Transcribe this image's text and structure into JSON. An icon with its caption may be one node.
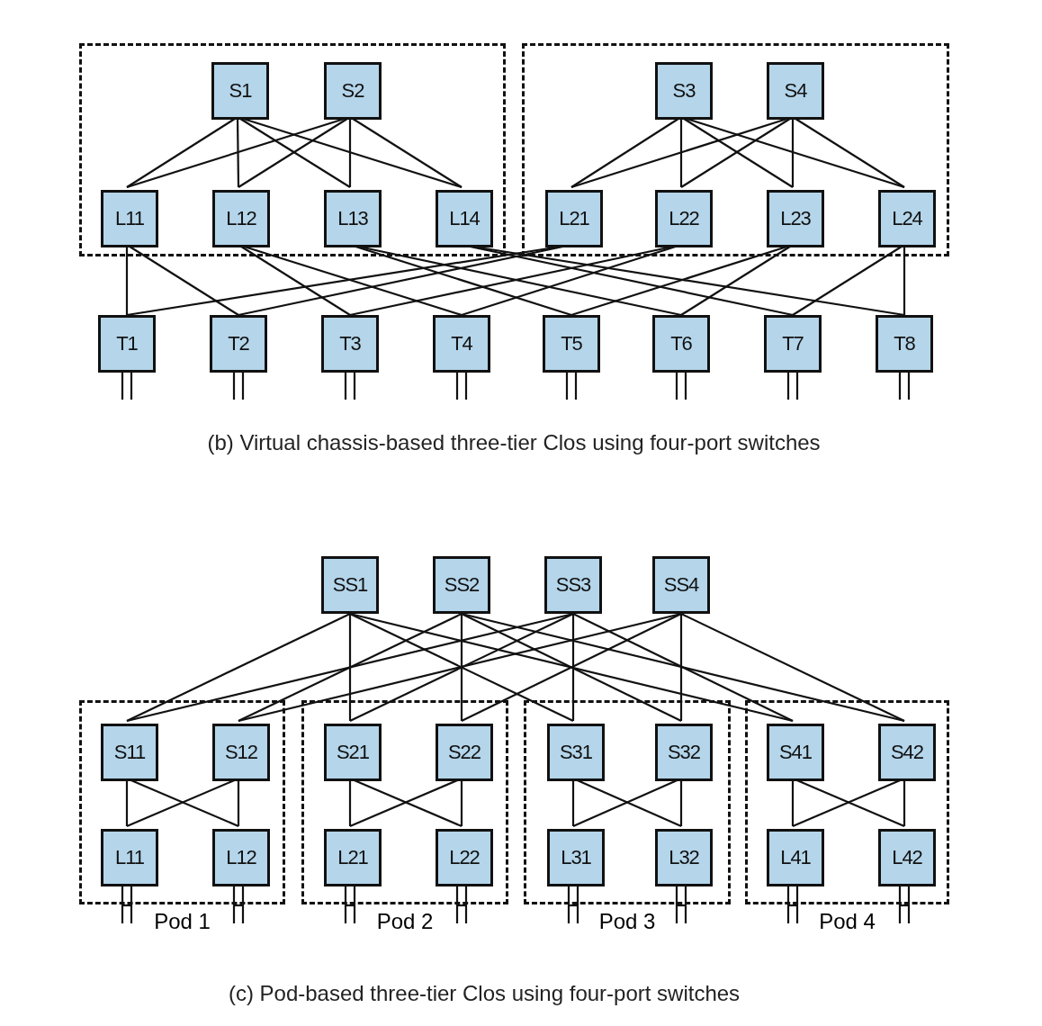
{
  "diagram": {
    "nodes": [
      {
        "text": [],
        "shape": "box"
      },
      {
        "text": [
          "S1"
        ],
        "in": 0
      },
      {
        "text": [
          "S2"
        ],
        "in": 0
      },
      {
        "text": [
          "L11"
        ],
        "in": 0
      },
      {
        "text": [
          "L12"
        ],
        "in": 0
      },
      {
        "text": [
          "L13"
        ],
        "in": 0
      },
      {
        "text": [
          "L14"
        ],
        "in": 0
      },
      {
        "text": [],
        "shape": "box"
      },
      {
        "text": [
          "S3"
        ],
        "in": 7
      },
      {
        "text": [
          "S4"
        ],
        "in": 7
      },
      {
        "text": [
          "L21"
        ],
        "in": 7
      },
      {
        "text": [
          "L22"
        ],
        "in": 7
      },
      {
        "text": [
          "L23"
        ],
        "in": 7
      },
      {
        "text": [
          "L24"
        ],
        "in": 7
      },
      {
        "text": [
          "T1"
        ]
      },
      {
        "text": [
          "T2"
        ]
      },
      {
        "text": [
          "T3"
        ]
      },
      {
        "text": [
          "T4"
        ]
      },
      {
        "text": [
          "T5"
        ]
      },
      {
        "text": [
          "T6"
        ]
      },
      {
        "text": [
          "T7"
        ]
      },
      {
        "text": [
          "T8"
        ]
      },
      {
        "text": [
          "SS1"
        ]
      },
      {
        "text": [
          "SS2"
        ]
      },
      {
        "text": [
          "SS3"
        ]
      },
      {
        "text": [
          "SS4"
        ]
      },
      {
        "text": [
          "Pod 1"
        ]
      },
      {
        "text": [
          "S11"
        ],
        "in": 26
      },
      {
        "text": [
          "S12"
        ],
        "in": 26
      },
      {
        "text": [
          "L11"
        ],
        "in": 26
      },
      {
        "text": [
          "L12"
        ],
        "in": 26
      },
      {
        "text": [
          "Pod 2"
        ]
      },
      {
        "text": [
          "S21"
        ],
        "in": 31
      },
      {
        "text": [
          "S22"
        ],
        "in": 31
      },
      {
        "text": [
          "L21"
        ],
        "in": 31
      },
      {
        "text": [
          "L22"
        ],
        "in": 31
      },
      {
        "text": [
          "Pod 3"
        ]
      },
      {
        "text": [
          "S31"
        ],
        "in": 36
      },
      {
        "text": [
          "S32"
        ],
        "in": 36
      },
      {
        "text": [
          "L31"
        ],
        "in": 36
      },
      {
        "text": [
          "L32"
        ],
        "in": 36
      },
      {
        "text": [
          "Pod 4"
        ]
      },
      {
        "text": [
          "S41"
        ],
        "in": 41
      },
      {
        "text": [
          "S42"
        ],
        "in": 41
      },
      {
        "text": [
          "L41"
        ],
        "in": 41
      },
      {
        "text": [
          "L42"
        ],
        "in": 41
      }
    ],
    "edges": [
      {
        "from": 1,
        "to": 3,
        "arrow": "none"
      },
      {
        "from": 1,
        "to": 4,
        "arrow": "none"
      },
      {
        "from": 1,
        "to": 5,
        "arrow": "none"
      },
      {
        "from": 1,
        "to": 6,
        "arrow": "none"
      },
      {
        "from": 2,
        "to": 3,
        "arrow": "none"
      },
      {
        "from": 2,
        "to": 4,
        "arrow": "none"
      },
      {
        "from": 2,
        "to": 5,
        "arrow": "none"
      },
      {
        "from": 2,
        "to": 6,
        "arrow": "none"
      },
      {
        "from": 8,
        "to": 10,
        "arrow": "none"
      },
      {
        "from": 8,
        "to": 11,
        "arrow": "none"
      },
      {
        "from": 8,
        "to": 12,
        "arrow": "none"
      },
      {
        "from": 8,
        "to": 13,
        "arrow": "none"
      },
      {
        "from": 9,
        "to": 10,
        "arrow": "none"
      },
      {
        "from": 9,
        "to": 11,
        "arrow": "none"
      },
      {
        "from": 9,
        "to": 12,
        "arrow": "none"
      },
      {
        "from": 9,
        "to": 13,
        "arrow": "none"
      },
      {
        "from": 3,
        "to": 14,
        "arrow": "none"
      },
      {
        "from": 3,
        "to": 15,
        "arrow": "none"
      },
      {
        "from": 4,
        "to": 16,
        "arrow": "none"
      },
      {
        "from": 4,
        "to": 17,
        "arrow": "none"
      },
      {
        "from": 5,
        "to": 18,
        "arrow": "none"
      },
      {
        "from": 5,
        "to": 19,
        "arrow": "none"
      },
      {
        "from": 6,
        "to": 20,
        "arrow": "none"
      },
      {
        "from": 6,
        "to": 21,
        "arrow": "none"
      },
      {
        "from": 10,
        "to": 14,
        "arrow": "none"
      },
      {
        "from": 10,
        "to": 15,
        "arrow": "none"
      },
      {
        "from": 11,
        "to": 16,
        "arrow": "none"
      },
      {
        "from": 11,
        "to": 17,
        "arrow": "none"
      },
      {
        "from": 12,
        "to": 18,
        "arrow": "none"
      },
      {
        "from": 12,
        "to": 19,
        "arrow": "none"
      },
      {
        "from": 13,
        "to": 20,
        "arrow": "none"
      },
      {
        "from": 13,
        "to": 21,
        "arrow": "none"
      },
      {
        "from": 22,
        "to": 27,
        "arrow": "none"
      },
      {
        "from": 22,
        "to": 32,
        "arrow": "none"
      },
      {
        "from": 22,
        "to": 37,
        "arrow": "none"
      },
      {
        "from": 22,
        "to": 42,
        "arrow": "none"
      },
      {
        "from": 23,
        "to": 28,
        "arrow": "none"
      },
      {
        "from": 23,
        "to": 33,
        "arrow": "none"
      },
      {
        "from": 23,
        "to": 38,
        "arrow": "none"
      },
      {
        "from": 23,
        "to": 43,
        "arrow": "none"
      },
      {
        "from": 24,
        "to": 27,
        "arrow": "none"
      },
      {
        "from": 24,
        "to": 32,
        "arrow": "none"
      },
      {
        "from": 24,
        "to": 37,
        "arrow": "none"
      },
      {
        "from": 24,
        "to": 42,
        "arrow": "none"
      },
      {
        "from": 25,
        "to": 28,
        "arrow": "none"
      },
      {
        "from": 25,
        "to": 33,
        "arrow": "none"
      },
      {
        "from": 25,
        "to": 38,
        "arrow": "none"
      },
      {
        "from": 25,
        "to": 43,
        "arrow": "none"
      },
      {
        "from": 27,
        "to": 29,
        "arrow": "none"
      },
      {
        "from": 27,
        "to": 30,
        "arrow": "none"
      },
      {
        "from": 28,
        "to": 29,
        "arrow": "none"
      },
      {
        "from": 28,
        "to": 30,
        "arrow": "none"
      },
      {
        "from": 32,
        "to": 34,
        "arrow": "none"
      },
      {
        "from": 32,
        "to": 35,
        "arrow": "none"
      },
      {
        "from": 33,
        "to": 34,
        "arrow": "none"
      },
      {
        "from": 33,
        "to": 35,
        "arrow": "none"
      },
      {
        "from": 37,
        "to": 39,
        "arrow": "none"
      },
      {
        "from": 37,
        "to": 40,
        "arrow": "none"
      },
      {
        "from": 38,
        "to": 39,
        "arrow": "none"
      },
      {
        "from": 38,
        "to": 40,
        "arrow": "none"
      },
      {
        "from": 42,
        "to": 44,
        "arrow": "none"
      },
      {
        "from": 42,
        "to": 45,
        "arrow": "none"
      },
      {
        "from": 43,
        "to": 44,
        "arrow": "none"
      },
      {
        "from": 43,
        "to": 45,
        "arrow": "none"
      }
    ],
    "labels": [
      "(b) Virtual chassis-based three-tier Clos using four-port switches",
      "(c) Pod-based three-tier Clos using four-port switches"
    ]
  }
}
